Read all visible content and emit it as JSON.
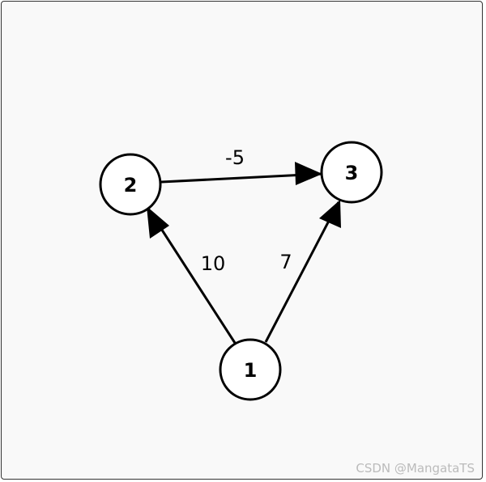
{
  "graph": {
    "nodes": [
      {
        "id": "1",
        "label": "1"
      },
      {
        "id": "2",
        "label": "2"
      },
      {
        "id": "3",
        "label": "3"
      }
    ],
    "edges": [
      {
        "from": "2",
        "to": "3",
        "weight": "-5"
      },
      {
        "from": "1",
        "to": "2",
        "weight": "10"
      },
      {
        "from": "1",
        "to": "3",
        "weight": "7"
      }
    ],
    "colors": {
      "stroke": "#000000",
      "node_fill": "#ffffff",
      "background": "#f9f9f9"
    }
  },
  "watermark": {
    "text": "CSDN @MangataTS"
  }
}
